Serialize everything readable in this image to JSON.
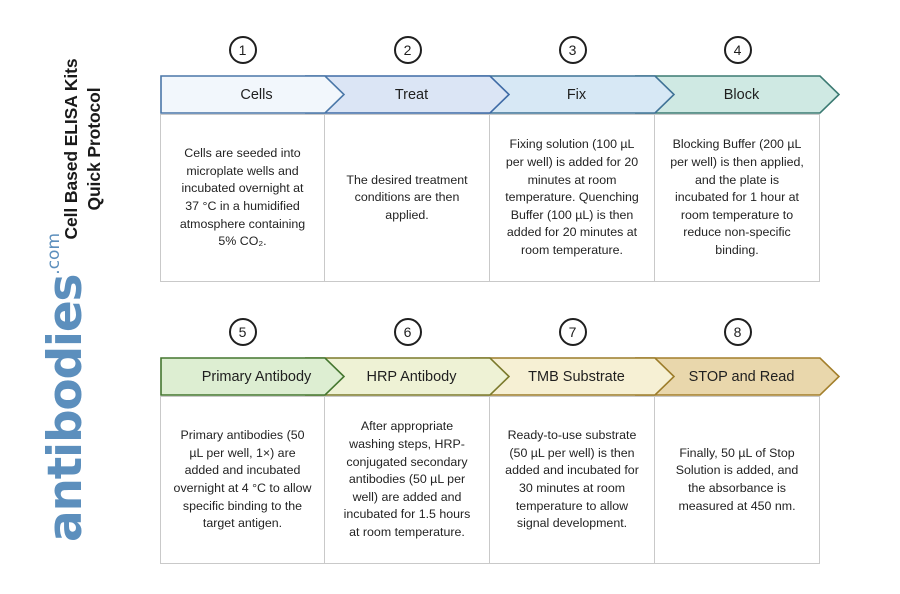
{
  "branding": {
    "title_line1": "Cell Based ELISA Kits",
    "title_line2": "Quick Protocol",
    "logo_word": "antibodies",
    "logo_suffix": ".com",
    "logo_color": "#5c8fbd"
  },
  "rows": [
    {
      "steps": [
        {
          "number": "1",
          "label": "Cells",
          "description": "Cells are seeded into microplate wells and incubated overnight at 37 °C in a humidified atmosphere containing 5% CO₂.",
          "fill": "#f2f7fc",
          "stroke": "#4a77a8"
        },
        {
          "number": "2",
          "label": "Treat",
          "description": "The desired treatment conditions are then applied.",
          "fill": "#dbe5f5",
          "stroke": "#3f6ba6"
        },
        {
          "number": "3",
          "label": "Fix",
          "description": "Fixing solution (100 µL per well) is added for 20 minutes at room temperature. Quenching Buffer (100 µL) is then added for 20 minutes at room temperature.",
          "fill": "#d7e8f5",
          "stroke": "#3f7296"
        },
        {
          "number": "4",
          "label": "Block",
          "description": "Blocking Buffer (200 µL per well) is then applied, and the plate is incubated for 1 hour at room temperature to reduce non-specific binding.",
          "fill": "#cfe9e3",
          "stroke": "#3b7a72"
        }
      ]
    },
    {
      "steps": [
        {
          "number": "5",
          "label": "Primary Antibody",
          "description": "Primary antibodies (50 µL per well, 1×) are added and incubated overnight at 4 °C to allow specific binding to the target antigen.",
          "fill": "#ddeed2",
          "stroke": "#44762f"
        },
        {
          "number": "6",
          "label": "HRP Antibody",
          "description": "After appropriate washing steps, HRP-conjugated secondary antibodies (50 µL per well) are added and incubated for 1.5 hours at room temperature.",
          "fill": "#eef2d5",
          "stroke": "#7b7a2c"
        },
        {
          "number": "7",
          "label": "TMB Substrate",
          "description": "Ready-to-use substrate (50 µL per well) is then added and incubated for 30 minutes at room temperature to allow signal development.",
          "fill": "#f6f0d4",
          "stroke": "#9c7c2a"
        },
        {
          "number": "8",
          "label": "STOP and Read",
          "description": "Finally, 50 µL of Stop Solution is added, and the absorbance is measured at 450 nm.",
          "fill": "#e9d7ac",
          "stroke": "#a37f2b"
        }
      ]
    }
  ]
}
